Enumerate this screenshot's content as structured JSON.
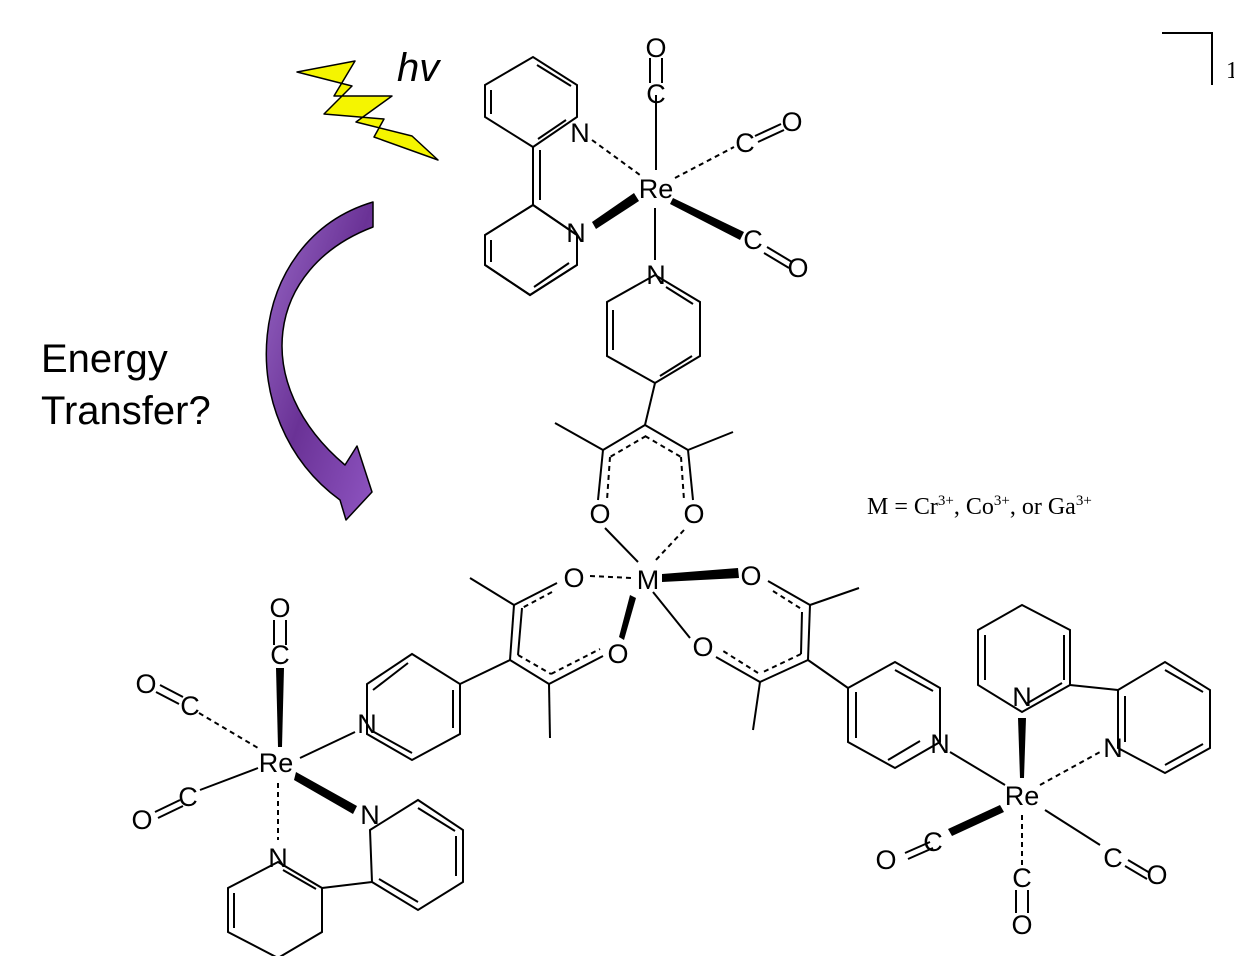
{
  "annotations": {
    "light": "hv",
    "energy_line1": "Energy",
    "energy_line2": "Transfer?",
    "corner_fragment": "1"
  },
  "formula": {
    "lhs": "M = Cr",
    "charge1": "3+",
    "sep1": ", Co",
    "charge2": "3+",
    "sep2": ", or Ga",
    "charge3": "3+"
  },
  "atoms": {
    "metal_center": "M",
    "rhenium": "Re",
    "nitrogen": "N",
    "oxygen": "O",
    "carbon": "C"
  },
  "colors": {
    "lightning_fill": "#f5f500",
    "arrow_fill": "#6a3296",
    "ink": "#000000"
  }
}
